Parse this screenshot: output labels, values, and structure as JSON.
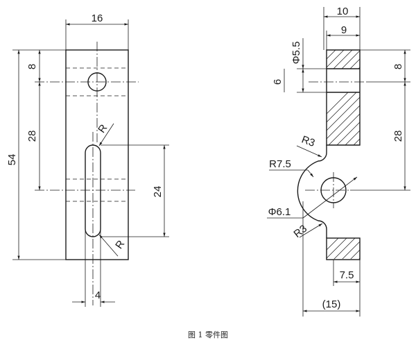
{
  "caption": "图 1 零件图",
  "front_view": {
    "dims": {
      "width": "16",
      "total_height": "54",
      "top_offset": "8",
      "hole_spacing": "28",
      "slot_length": "24",
      "slot_width": "4",
      "radius_top": "R",
      "radius_bottom": "R"
    }
  },
  "side_view": {
    "dims": {
      "width_10": "10",
      "width_9": "9",
      "hole_dia": "Φ5.5",
      "thickness_6": "6",
      "top_offset": "8",
      "spacing": "28",
      "radius_r3_top": "R3",
      "radius_r75": "R7.5",
      "hole_dia_61": "Φ6.1",
      "radius_r3_bottom": "R3",
      "foot_width": "7.5",
      "overall_width": "(15)"
    }
  }
}
